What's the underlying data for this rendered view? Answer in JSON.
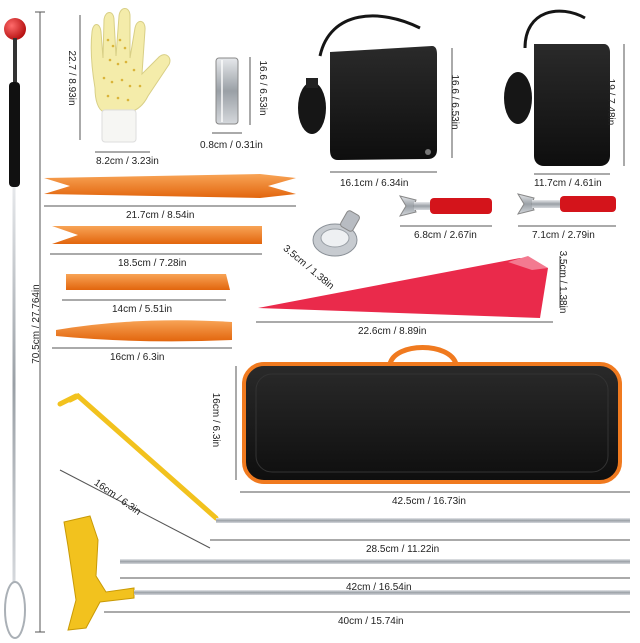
{
  "labels": {
    "long_rod": "70.5cm / 27.764in",
    "glove": "22.7 / 8.93in",
    "glove_width": "8.2cm / 3.23in",
    "cylinder_height": "16.6 / 6.53in",
    "cylinder_width": "0.8cm / 0.31in",
    "air_bag_large_height": "16.6 / 6.53in",
    "air_bag_large_width": "16.1cm / 6.34in",
    "air_bag_small_height": "19 / 7.48in",
    "air_bag_small_width": "11.7cm / 4.61in",
    "pry_tool_1": "21.7cm / 8.54in",
    "pry_tool_2": "18.5cm / 7.28in",
    "pry_tool_3": "14cm / 5.51in",
    "pry_tool_4": "16cm / 6.3in",
    "magnet": "3.5cm / 1.38in",
    "wrench_1": "6.8cm / 2.67in",
    "wrench_2": "7.1cm / 2.79in",
    "wedge_height": "3.5cm / 1.38in",
    "wedge_width": "22.6cm / 8.89in",
    "bag_height": "16cm / 6.3in",
    "bag_width": "42.5cm / 16.73in",
    "hook_rod_arm": "16cm / 6.3in",
    "hook_rod_length": "28.5cm / 11.22in",
    "rod_2": "42cm / 16.54in",
    "rod_3": "40cm / 15.74in"
  },
  "colors": {
    "orange": "#f07a1f",
    "black_bag": "#1a1a1a",
    "red": "#e8193b",
    "yellow": "#f2c21e",
    "steel": "#b8bcc2"
  }
}
